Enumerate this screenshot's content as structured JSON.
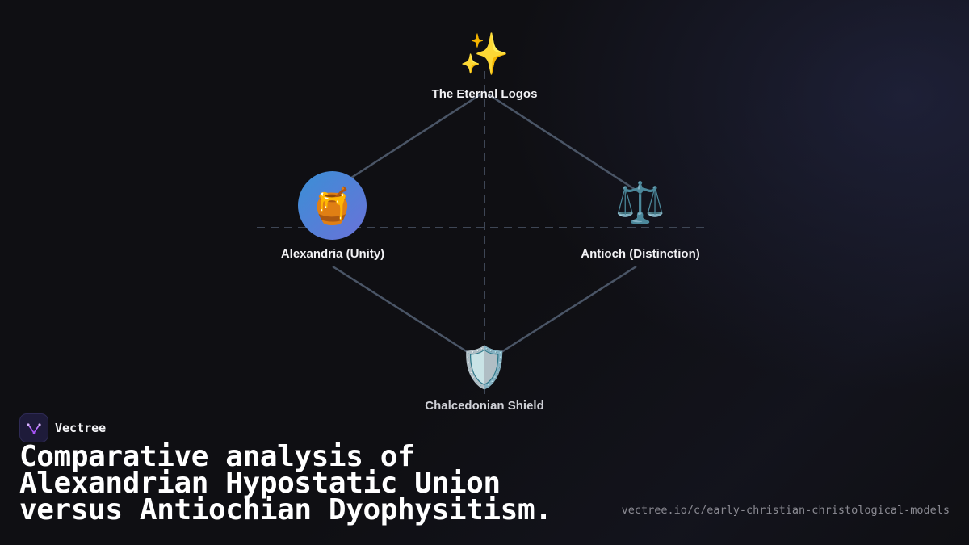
{
  "diagram": {
    "nodes": {
      "logos": {
        "icon": "sparkles-icon",
        "glyph": "✨",
        "label": "The Eternal Logos"
      },
      "alexandria": {
        "icon": "honey-pot-icon",
        "glyph": "🍯",
        "label": "Alexandria (Unity)"
      },
      "antioch": {
        "icon": "balance-scale-icon",
        "glyph": "⚖️",
        "label": "Antioch (Distinction)"
      },
      "chalcedon": {
        "icon": "shield-icon",
        "glyph": "🛡️",
        "label": "Chalcedonian Shield"
      }
    },
    "colors": {
      "connector": "#4a5566",
      "axis": "#3e4655",
      "badge_gradient_start": "#3a8fd6",
      "badge_gradient_end": "#6a72d8"
    }
  },
  "brand": {
    "name": "Vectree",
    "icon": "vectree-logo-icon"
  },
  "headline": "Comparative analysis of Alexandrian Hypostatic Union versus Antiochian Dyophysitism.",
  "url": "vectree.io/c/early-christian-christological-models"
}
